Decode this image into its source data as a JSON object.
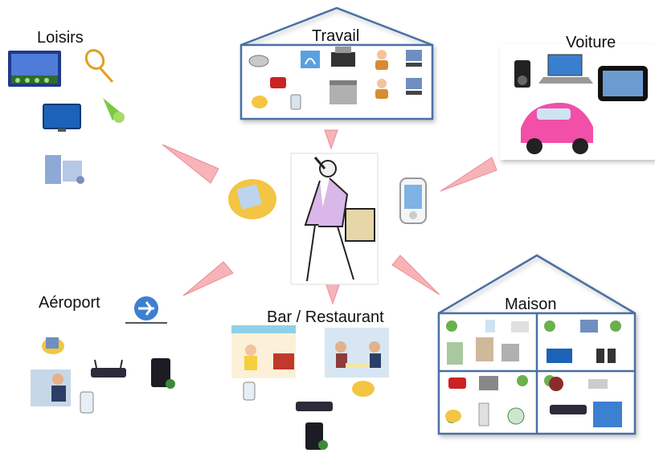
{
  "groups": {
    "leisure": {
      "label": "Loisirs"
    },
    "work": {
      "label": "Travail"
    },
    "car": {
      "label": "Voiture"
    },
    "airport": {
      "label": "Aéroport"
    },
    "bar": {
      "label": "Bar / Restaurant"
    },
    "home": {
      "label": "Maison"
    }
  },
  "colors": {
    "arrow_fill": "#f7b3b8",
    "arrow_stroke": "#e98c93",
    "house_stroke": "#4a6fa5",
    "house_fill": "#ffffff",
    "pda_gold": "#f4c542",
    "screen_blue": "#3b7dd8",
    "router_dark": "#2b2b3a",
    "car_pink": "#f24fa8"
  },
  "icons": [
    "game-console-icon",
    "tennis-racket-icon",
    "shuttlecock-icon",
    "tv-icon",
    "media-icon",
    "projector-icon",
    "fingerprint-icon",
    "printer-icon",
    "person-icon",
    "computer-icon",
    "phone-icon",
    "pda-icon",
    "copier-icon",
    "ipod-icon",
    "laptop-icon",
    "gps-icon",
    "car-icon",
    "traveler-figure",
    "smartphone-icon",
    "plane-icon",
    "router-icon",
    "server-icon",
    "fridge-icon",
    "oven-icon",
    "washer-icon",
    "speaker-icon",
    "camera-icon"
  ]
}
